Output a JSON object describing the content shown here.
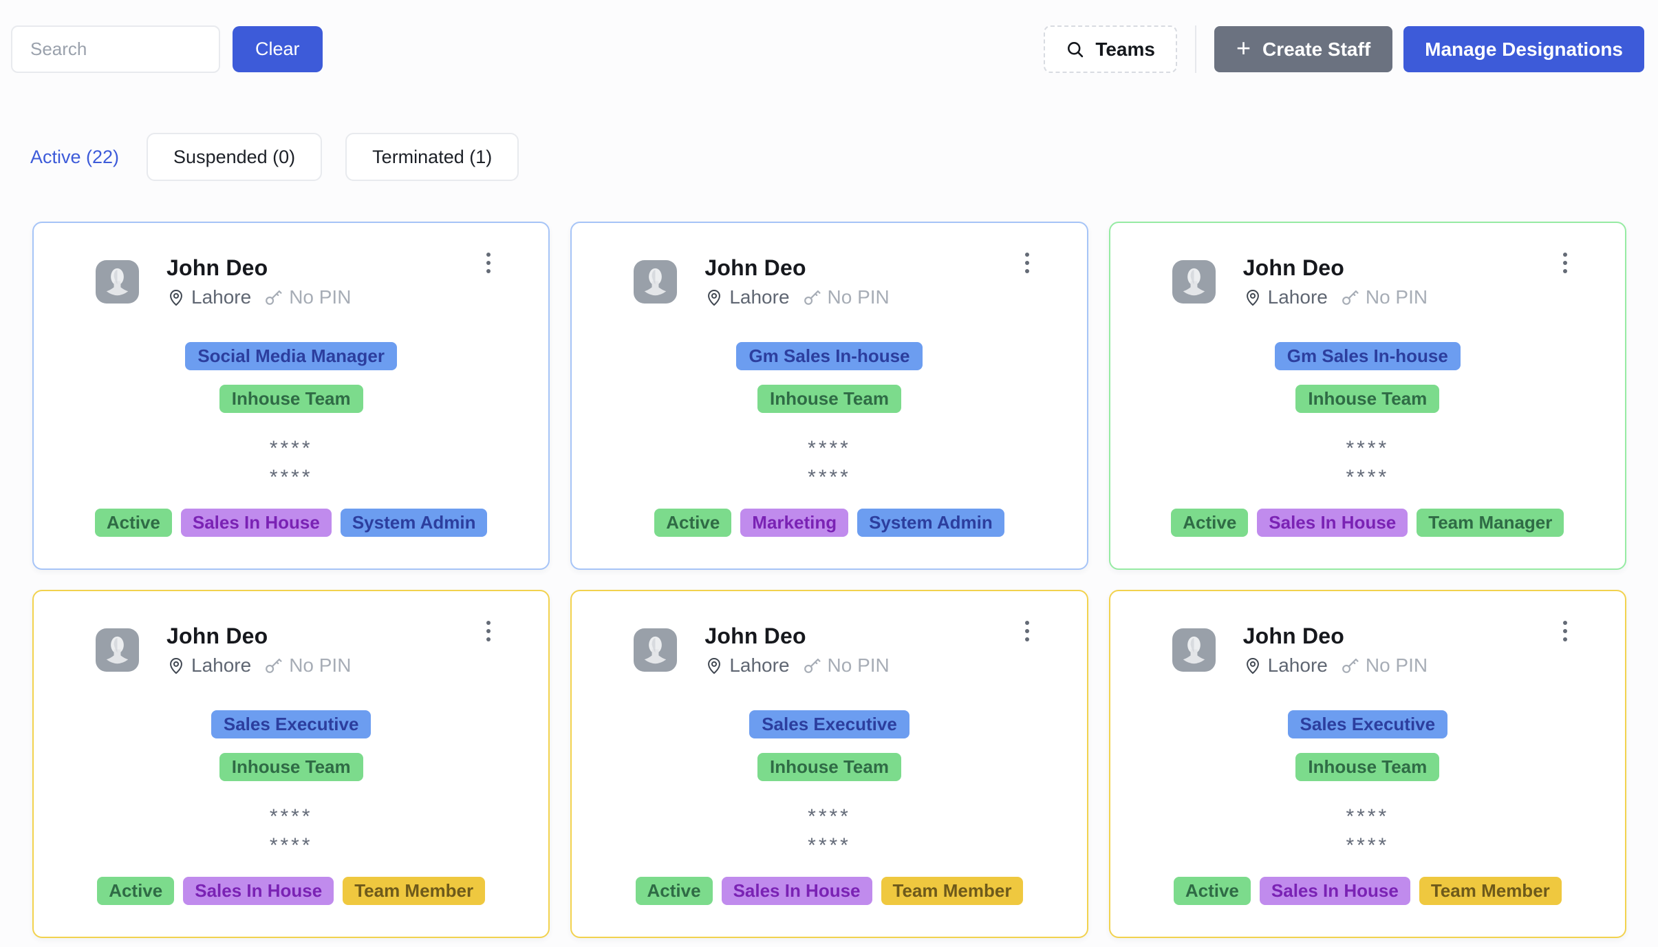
{
  "toolbar": {
    "search_placeholder": "Search",
    "clear_label": "Clear",
    "teams_label": "Teams",
    "create_staff_label": "Create Staff",
    "manage_designations_label": "Manage Designations"
  },
  "tabs": [
    {
      "label": "Active (22)",
      "active": true
    },
    {
      "label": "Suspended (0)",
      "active": false
    },
    {
      "label": "Terminated (1)",
      "active": false
    }
  ],
  "cards": [
    {
      "name": "John Deo",
      "location": "Lahore",
      "pin_status": "No PIN",
      "designation": "Social Media Manager",
      "team": "Inhouse Team",
      "masked_rows": [
        "****",
        "****"
      ],
      "border_color": "blue",
      "tags": [
        {
          "label": "Active",
          "color": "green"
        },
        {
          "label": "Sales In House",
          "color": "purple"
        },
        {
          "label": "System Admin",
          "color": "blue"
        }
      ]
    },
    {
      "name": "John Deo",
      "location": "Lahore",
      "pin_status": "No PIN",
      "designation": "Gm Sales In-house",
      "team": "Inhouse Team",
      "masked_rows": [
        "****",
        "****"
      ],
      "border_color": "blue",
      "tags": [
        {
          "label": "Active",
          "color": "green"
        },
        {
          "label": "Marketing",
          "color": "purple"
        },
        {
          "label": "System Admin",
          "color": "blue"
        }
      ]
    },
    {
      "name": "John Deo",
      "location": "Lahore",
      "pin_status": "No PIN",
      "designation": "Gm Sales In-house",
      "team": "Inhouse Team",
      "masked_rows": [
        "****",
        "****"
      ],
      "border_color": "green",
      "tags": [
        {
          "label": "Active",
          "color": "green"
        },
        {
          "label": "Sales In House",
          "color": "purple"
        },
        {
          "label": "Team Manager",
          "color": "green"
        }
      ]
    },
    {
      "name": "John Deo",
      "location": "Lahore",
      "pin_status": "No PIN",
      "designation": "Sales Executive",
      "team": "Inhouse Team",
      "masked_rows": [
        "****",
        "****"
      ],
      "border_color": "yellow",
      "tags": [
        {
          "label": "Active",
          "color": "green"
        },
        {
          "label": "Sales In House",
          "color": "purple"
        },
        {
          "label": "Team Member",
          "color": "yellow"
        }
      ]
    },
    {
      "name": "John Deo",
      "location": "Lahore",
      "pin_status": "No PIN",
      "designation": "Sales Executive",
      "team": "Inhouse Team",
      "masked_rows": [
        "****",
        "****"
      ],
      "border_color": "yellow",
      "tags": [
        {
          "label": "Active",
          "color": "green"
        },
        {
          "label": "Sales In House",
          "color": "purple"
        },
        {
          "label": "Team Member",
          "color": "yellow"
        }
      ]
    },
    {
      "name": "John Deo",
      "location": "Lahore",
      "pin_status": "No PIN",
      "designation": "Sales Executive",
      "team": "Inhouse Team",
      "masked_rows": [
        "****",
        "****"
      ],
      "border_color": "yellow",
      "tags": [
        {
          "label": "Active",
          "color": "green"
        },
        {
          "label": "Sales In House",
          "color": "purple"
        },
        {
          "label": "Team Member",
          "color": "yellow"
        }
      ]
    }
  ],
  "colors": {
    "primary_blue": "#3d5bd9",
    "button_gray": "#6b7280",
    "badge_blue_bg": "#6c9df0",
    "badge_green_bg": "#7cdb8c",
    "badge_purple_bg": "#c08bed",
    "badge_yellow_bg": "#efc83f",
    "card_border_blue": "#a6c4f7",
    "card_border_green": "#96eba3",
    "card_border_yellow": "#f2d24e"
  }
}
